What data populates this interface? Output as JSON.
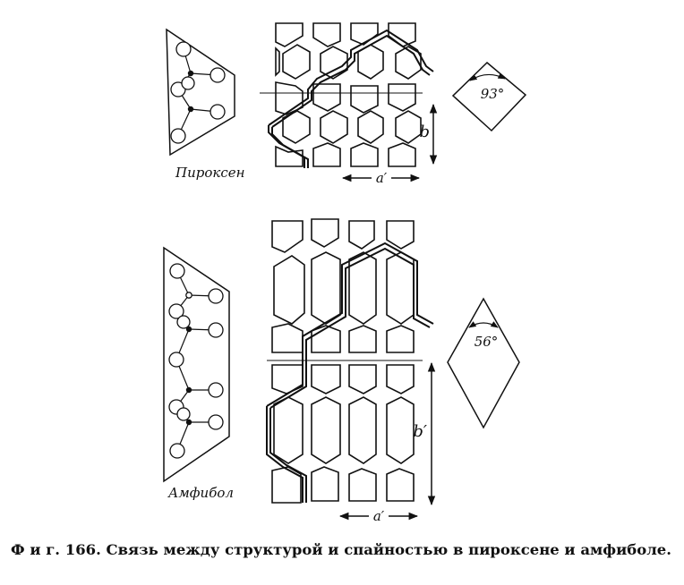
{
  "pyroxene": {
    "name": "Пироксен",
    "angle": "93°",
    "axis_a": "a′",
    "axis_b": "b"
  },
  "amphibole": {
    "name": "Амфибол",
    "angle": "56°",
    "axis_a": "a′",
    "axis_b": "b′"
  },
  "caption": "Ф и г. 166. Связь между структурой и спайностью в пироксене и амфиболе."
}
